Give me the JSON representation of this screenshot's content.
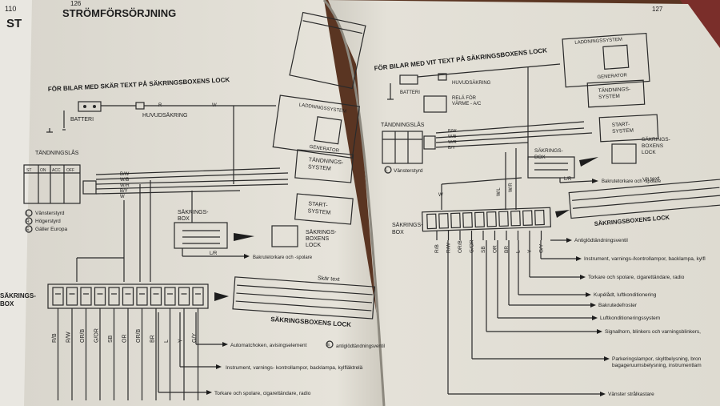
{
  "book": {
    "left_page_number": "126",
    "right_page_number": "127",
    "back_page_number": "110",
    "back_page_fragment": "ST",
    "title": "STRÖMFÖRSÖRJNING"
  },
  "left_diagram": {
    "heading": "FÖR BILAR MED SKÄR TEXT PÅ SÄKRINGSBOXENS LOCK",
    "battery_label": "BATTERI",
    "main_fuse_label": "HUVUDSÄKRING",
    "wire_r": "R",
    "wire_w": "W",
    "alternator_label": "LADDNINGSSYSTEM",
    "generator_label": "GENERATOR",
    "ignition_label": "TÄNDNINGSLÅS",
    "ignition_table_headers": [
      "ST",
      "ON",
      "ACC",
      "OFF"
    ],
    "ignition_wires": [
      "B/W",
      "W/B",
      "W/R",
      "B/Y",
      "W"
    ],
    "ignition_system_label": "TÄNDNINGS-\nSYSTEM",
    "start_system_label": "START-\nSYSTEM",
    "fusebox_small_label": "SÄKRINGS-\nBOX",
    "fusebox_lid_label": "SÄKRINGS-\nBOXENS\nLOCK",
    "rear_wiper_wire": "L/R",
    "rear_wiper_label": "Bakrutetorkare och -spolare",
    "legend": [
      "Vänsterstyrd",
      "Högerstyrd",
      "Gäller Europa"
    ],
    "legend_symbols": [
      "L",
      "R",
      "E"
    ],
    "fusebox_label": "SÄKRINGS-\nBOX",
    "fuse_wires": [
      "R/B",
      "R/W",
      "OR/B",
      "G/OR",
      "SB",
      "OR",
      "OR/B",
      "BR",
      "L",
      "Y",
      "G/Y"
    ],
    "pink_text_label": "Skär text",
    "lid_caption": "SÄKRINGSBOXENS LOCK",
    "circuit_labels": [
      "Automatchoken, avisingselement",
      "Instrument, varnings- kontrollampor, backlampa, kylfläktrelä",
      "Torkare och spolare, cigarettändare, radio"
    ],
    "europe_note": "antiglödtändningsventil"
  },
  "right_diagram": {
    "heading": "FÖR BILAR MED VIT TEXT PÅ SÄKRINGSBOXENS LOCK",
    "battery_label": "BATTERI",
    "main_fuse_label": "HUVUDSÄKRING",
    "alternator_label": "LADDNINGSSYSTEM",
    "generator_label": "GENERATOR",
    "ignition_system_label": "TÄNDNINGS-\nSYSTEM",
    "relay_label": "RELÄ FÖR\nVÄRME - A/C",
    "ignition_label": "TÄNDNINGSLÅS",
    "ignition_wires": [
      "B/W",
      "W/B",
      "W/R",
      "B/Y"
    ],
    "start_system_label": "START-\nSYSTEM",
    "fusebox_small_label": "SÄKRINGS-\nBOX",
    "fusebox_lid_label": "SÄKRINGS-\nBOXENS\nLOCK",
    "rear_wiper_wire": "L/R",
    "rear_wiper_label": "Bakrutetorkare och -spolare",
    "left_hand_note": "Vänsterstyrd",
    "white_text_label": "Vit text",
    "lid_caption": "SÄKRINGSBOXENS LOCK",
    "fusebox_label": "SÄKRINGS-\nBOX",
    "fuse_wires": [
      "R/B",
      "R/W",
      "OR/B",
      "G/OR",
      "SB",
      "OR",
      "BR",
      "L",
      "Y",
      "G/Y"
    ],
    "top_wires": [
      "W",
      "W/L",
      "W/R"
    ],
    "circuit_labels": [
      "Antiglödtändningsventil",
      "Instrument, varnings-/kontrollampor, backlampa, kylfl",
      "Torkare och spolare, cigarettändare, radio",
      "Kupélådt, luftkonditionering",
      "Bakrutedefroster",
      "Luftkonditioneringssystem",
      "Signalhorn, blinkers och varningsblinkers,",
      "Parkeringslampor, skyltbelysning, bron\nbagageruumsbelysning, instrumentlam",
      "Vänster strålkastare"
    ]
  }
}
